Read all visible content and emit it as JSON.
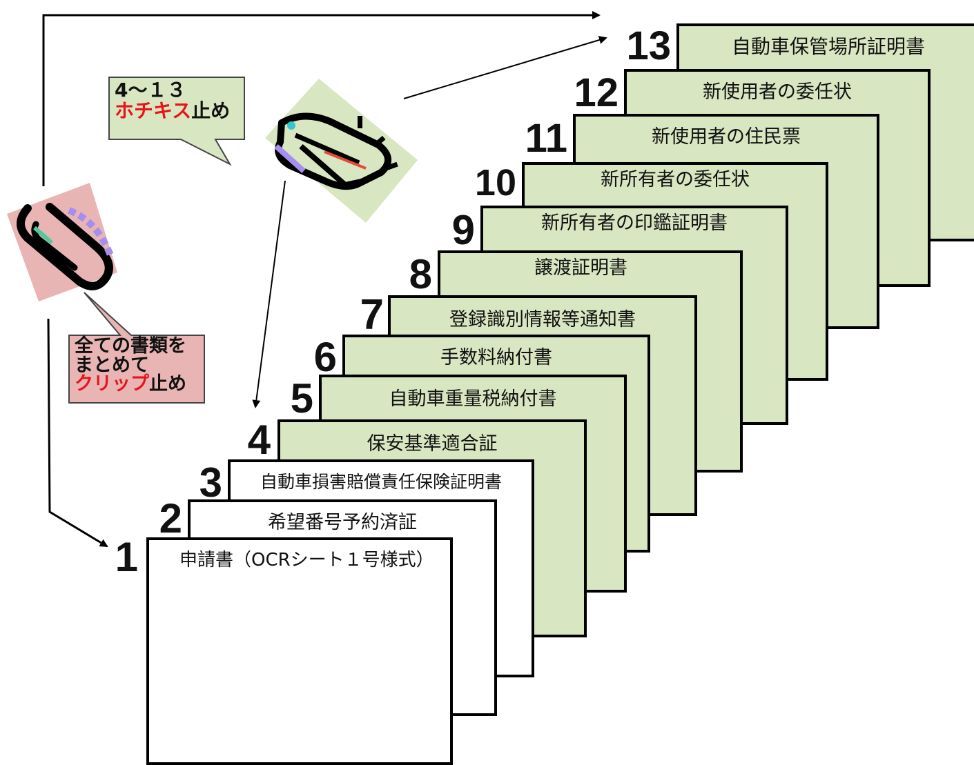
{
  "documents": [
    {
      "number": "1",
      "label": "申請書（OCRシート１号様式）"
    },
    {
      "number": "2",
      "label": "希望番号予約済証"
    },
    {
      "number": "3",
      "label": "自動車損害賠償責任保険証明書"
    },
    {
      "number": "4",
      "label": "保安基準適合証"
    },
    {
      "number": "5",
      "label": "自動車重量税納付書"
    },
    {
      "number": "6",
      "label": "手数料納付書"
    },
    {
      "number": "7",
      "label": "登録識別情報等通知書"
    },
    {
      "number": "8",
      "label": "譲渡証明書"
    },
    {
      "number": "9",
      "label": "新所有者の印鑑証明書"
    },
    {
      "number": "10",
      "label": "新所有者の委任状"
    },
    {
      "number": "11",
      "label": "新使用者の住民票"
    },
    {
      "number": "12",
      "label": "新使用者の委任状"
    },
    {
      "number": "13",
      "label": "自動車保管場所証明書"
    }
  ],
  "callouts": {
    "staple": {
      "range": "4～１３",
      "method": "ホチキス",
      "suffix": "止め"
    },
    "clip": {
      "line1": "全ての書類を",
      "line2": "まとめて",
      "method": "クリップ",
      "suffix": "止め"
    }
  },
  "colors": {
    "green_doc": "#d8e6c1",
    "white_doc": "#ffffff",
    "accent_red": "#e8131b",
    "staple_bubble": "#d8e6c1",
    "clip_bubble": "#e8b4b4"
  },
  "icons": {
    "staple": "stapler-icon",
    "clip": "paperclip-icon"
  }
}
